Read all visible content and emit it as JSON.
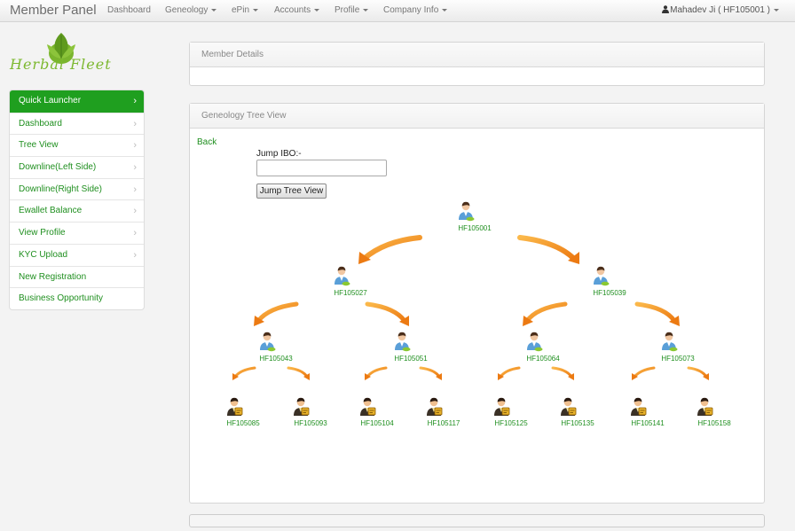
{
  "navbar": {
    "brand": "Member Panel",
    "items": [
      {
        "label": "Dashboard",
        "dropdown": false
      },
      {
        "label": "Geneology",
        "dropdown": true
      },
      {
        "label": "ePin",
        "dropdown": true
      },
      {
        "label": "Accounts",
        "dropdown": true
      },
      {
        "label": "Profile",
        "dropdown": true
      },
      {
        "label": "Company Info",
        "dropdown": true
      }
    ],
    "user": "Mahadev Ji ( HF105001 )"
  },
  "logo": {
    "text": "Herbal Fleet"
  },
  "sidebar": {
    "items": [
      {
        "label": "Quick Launcher",
        "active": true,
        "chevron": true
      },
      {
        "label": "Dashboard",
        "active": false,
        "chevron": true
      },
      {
        "label": "Tree View",
        "active": false,
        "chevron": true
      },
      {
        "label": "Downline(Left Side)",
        "active": false,
        "chevron": true
      },
      {
        "label": "Downline(Right Side)",
        "active": false,
        "chevron": true
      },
      {
        "label": "Ewallet Balance",
        "active": false,
        "chevron": true
      },
      {
        "label": "View Profile",
        "active": false,
        "chevron": true
      },
      {
        "label": "KYC Upload",
        "active": false,
        "chevron": true
      },
      {
        "label": "New Registration",
        "active": false,
        "chevron": false
      },
      {
        "label": "Business Opportunity",
        "active": false,
        "chevron": false
      }
    ]
  },
  "member_details": {
    "title": "Member Details"
  },
  "tree_view": {
    "title": "Geneology Tree View",
    "back": "Back",
    "jump_label": "Jump IBO:-",
    "jump_value": "",
    "jump_button": "Jump Tree View"
  },
  "tree": {
    "root": "HF105001",
    "level2": [
      "HF105027",
      "HF105039"
    ],
    "level3": [
      "HF105043",
      "HF105051",
      "HF105064",
      "HF105073"
    ],
    "level4": [
      "HF105085",
      "HF105093",
      "HF105104",
      "HF105117",
      "HF105125",
      "HF105135",
      "HF105141",
      "HF105158"
    ]
  },
  "colors": {
    "accent": "#1f9f1f",
    "link": "#1f8f1f",
    "arrow": "#f28c1c"
  }
}
